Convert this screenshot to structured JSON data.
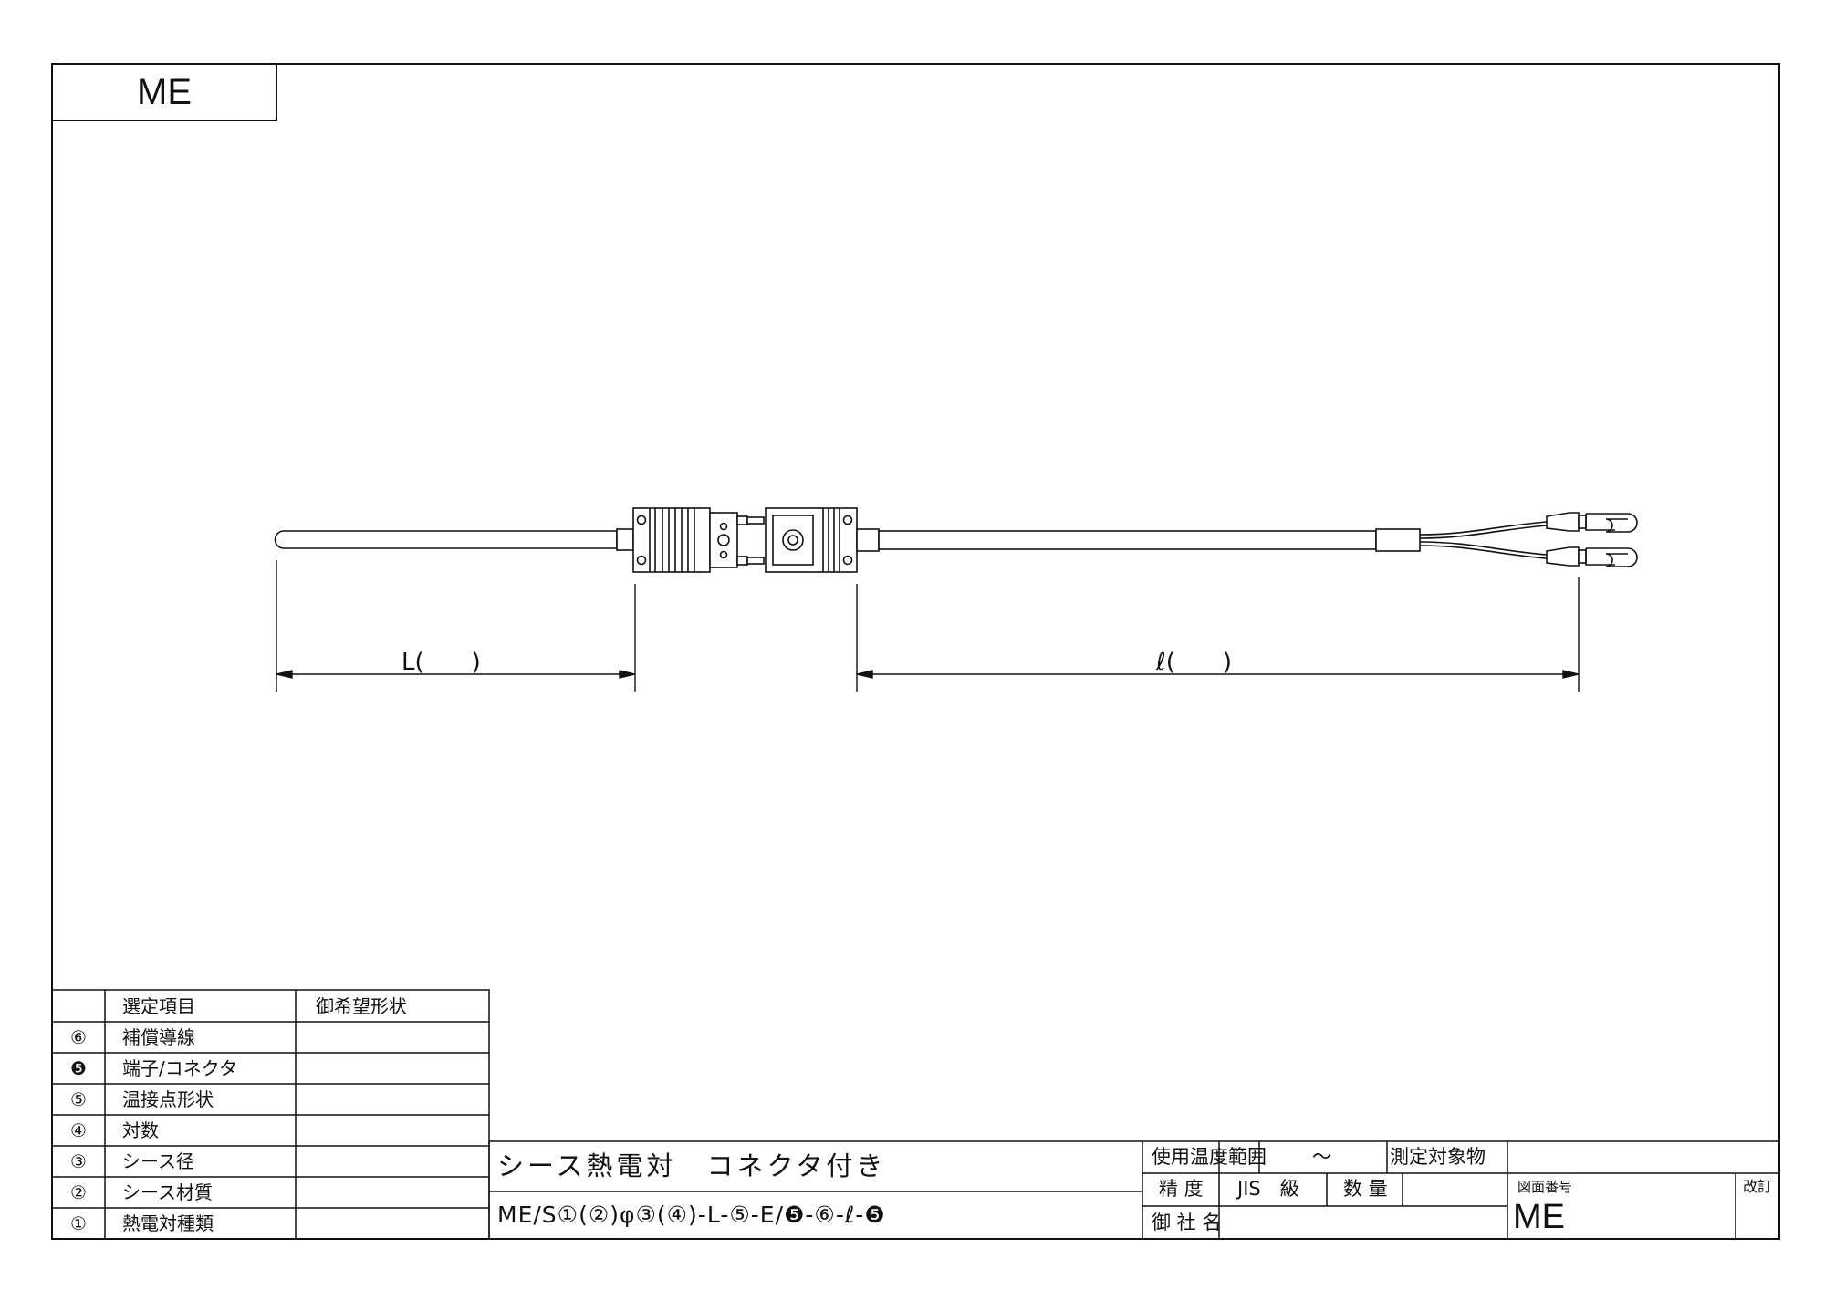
{
  "header_tab": {
    "label": "ME"
  },
  "drawing": {
    "dim_probe_label": "L(　　)",
    "dim_lead_label": "ℓ(　　)"
  },
  "selection_table": {
    "header": {
      "item": "選定項目",
      "desired": "御希望形状"
    },
    "rows": [
      {
        "num": "⑥",
        "item": "補償導線"
      },
      {
        "num": "❺",
        "item": "端子/コネクタ"
      },
      {
        "num": "⑤",
        "item": "温接点形状"
      },
      {
        "num": "④",
        "item": "対数"
      },
      {
        "num": "③",
        "item": "シース径"
      },
      {
        "num": "②",
        "item": "シース材質"
      },
      {
        "num": "①",
        "item": "熱電対種類"
      }
    ]
  },
  "title_block": {
    "product_name": "シース熱電対　コネクタ付き",
    "model_code": "ME/S①(②)φ③(④)-L-⑤-E/❺-⑥-ℓ-❺",
    "temp_range_label": "使用温度範囲",
    "temp_range_sep": "～",
    "measured_object_label": "測定対象物",
    "accuracy_label": "精 度",
    "accuracy_value": "JIS　級",
    "quantity_label": "数 量",
    "customer_label": "御 社 名",
    "drawing_number_label": "図面番号",
    "drawing_number": "ME",
    "revision_label": "改訂"
  }
}
